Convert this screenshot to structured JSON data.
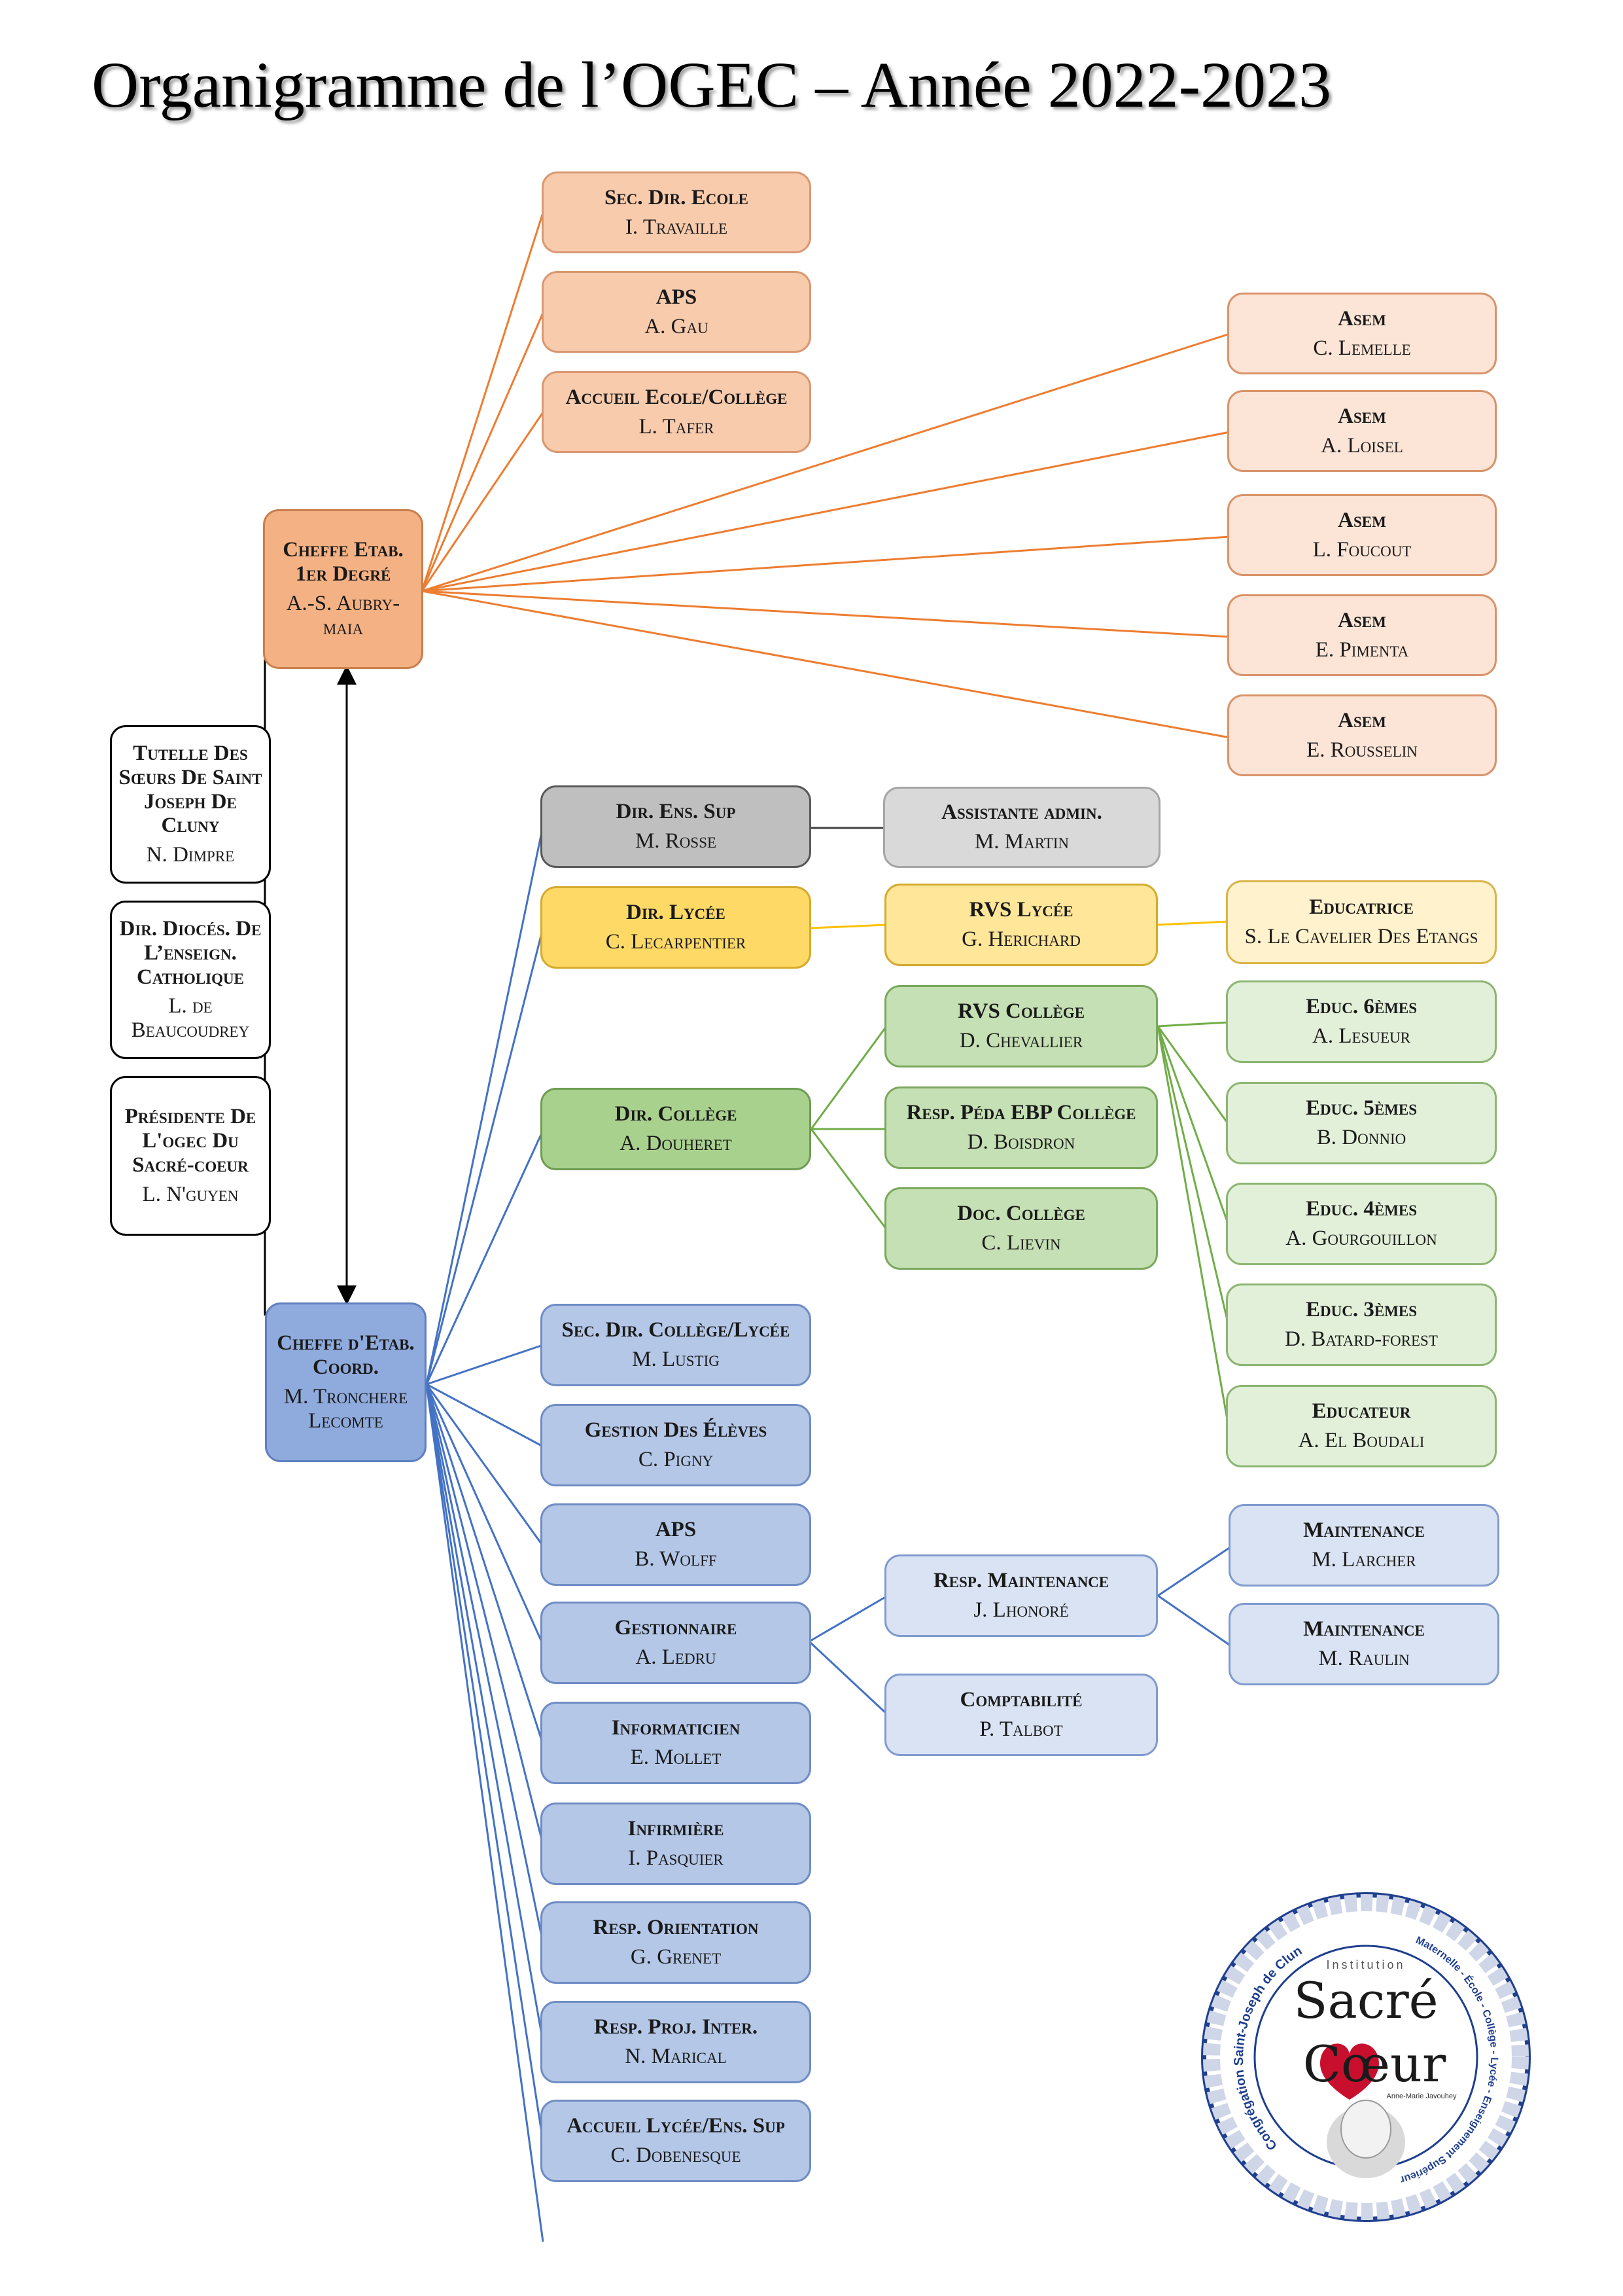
{
  "title": "Organigramme de l’OGEC – Année 2022-2023",
  "nodes": {
    "cheffe_1er": {
      "role": "Cheffe Etab. 1er Degré",
      "person": "A.-S. Aubry-maia"
    },
    "sec_dir_ecole": {
      "role": "Sec. Dir. Ecole",
      "person": "I. Travaille"
    },
    "aps_ecole": {
      "role": "APS",
      "person": "A. Gau"
    },
    "accueil_ecole": {
      "role": "Accueil Ecole/Collège",
      "person": "L. Tafer"
    },
    "asem_1": {
      "role": "Asem",
      "person": "C. Lemelle"
    },
    "asem_2": {
      "role": "Asem",
      "person": "A. Loisel"
    },
    "asem_3": {
      "role": "Asem",
      "person": "L. Foucout"
    },
    "asem_4": {
      "role": "Asem",
      "person": "E. Pimenta"
    },
    "asem_5": {
      "role": "Asem",
      "person": "E. Rousselin"
    },
    "tutelle": {
      "role": "Tutelle Des Sœurs De Saint Joseph De Cluny",
      "person": "N. Dimpre"
    },
    "dir_dioces": {
      "role": "Dir. Diocés. De L’enseign. Catholique",
      "person": "L. de Beaucoudrey"
    },
    "presidente": {
      "role": "Présidente De L'ogec Du Sacré-coeur",
      "person": "L. N'guyen"
    },
    "dir_ens_sup": {
      "role": "Dir. Ens. Sup",
      "person": "M. Rosse"
    },
    "assistante_admin": {
      "role": "Assistante admin.",
      "person": "M. Martin"
    },
    "dir_lycee": {
      "role": "Dir. Lycée",
      "person": "C. Lecarpentier"
    },
    "rvs_lycee": {
      "role": "RVS Lycée",
      "person": "G. Herichard"
    },
    "educatrice": {
      "role": "Educatrice",
      "person": "S. Le Cavelier Des Etangs"
    },
    "dir_college": {
      "role": "Dir. Collège",
      "person": "A. Douheret"
    },
    "rvs_college": {
      "role": "RVS Collège",
      "person": "D. Chevallier"
    },
    "resp_peda": {
      "role": "Resp. Péda EBP Collège",
      "person": "D. Boisdron"
    },
    "doc_college": {
      "role": "Doc. Collège",
      "person": "C. Lievin"
    },
    "educ_6": {
      "role": "Educ. 6èmes",
      "person": "A. Lesueur"
    },
    "educ_5": {
      "role": "Educ. 5èmes",
      "person": "B. Donnio"
    },
    "educ_4": {
      "role": "Educ. 4èmes",
      "person": "A. Gourgouillon"
    },
    "educ_3": {
      "role": "Educ. 3èmes",
      "person": "D. Batard-forest"
    },
    "educateur": {
      "role": "Educateur",
      "person": "A. El Boudali"
    },
    "cheffe_coord": {
      "role": "Cheffe d'Etab. Coord.",
      "person": "M. Tronchere Lecomte"
    },
    "sec_dir_college": {
      "role": "Sec. Dir. Collège/Lycée",
      "person": "M. Lustig"
    },
    "gestion_eleves": {
      "role": "Gestion Des Élèves",
      "person": "C. Pigny"
    },
    "aps_college": {
      "role": "APS",
      "person": "B. Wolff"
    },
    "gestionnaire": {
      "role": "Gestionnaire",
      "person": "A. Ledru"
    },
    "informaticien": {
      "role": "Informaticien",
      "person": "E. Mollet"
    },
    "infirmiere": {
      "role": "Infirmière",
      "person": "I. Pasquier"
    },
    "resp_orientation": {
      "role": "Resp. Orientation",
      "person": "G. Grenet"
    },
    "resp_proj": {
      "role": "Resp. Proj. Inter.",
      "person": "N. Marical"
    },
    "accueil_lycee": {
      "role": "Accueil Lycée/Ens. Sup",
      "person": "C. Dobenesque"
    },
    "resp_maintenance": {
      "role": "Resp. Maintenance",
      "person": "J. Lhonoré"
    },
    "comptabilite": {
      "role": "Comptabilité",
      "person": "P. Talbot"
    },
    "maintenance_1": {
      "role": "Maintenance",
      "person": "M. Larcher"
    },
    "maintenance_2": {
      "role": "Maintenance",
      "person": "M. Raulin"
    }
  },
  "logo": {
    "top_text": "Institution",
    "name_1": "Sacré",
    "name_2": "Cœur",
    "tagline": "Anne-Marie Javouhey",
    "ring_left": "Congrégation Saint-Joseph de Cluny",
    "ring_right": "Maternelle - École - Collège - Lycée - Enseignement Supérieur"
  },
  "colors": {
    "orange_line": "#ed7d31",
    "blue_line": "#4472c4",
    "green_line": "#70ad47",
    "yellow_line": "#ffc000",
    "grey_line": "#404040",
    "logo_ring": "#1f3f8f",
    "logo_heart": "#c8102e"
  }
}
